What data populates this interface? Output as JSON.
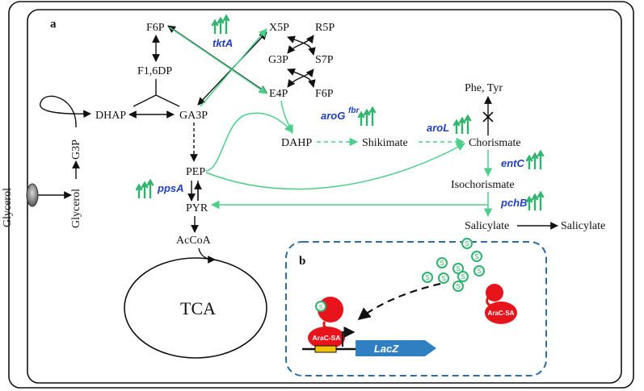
{
  "panels": {
    "a": "a",
    "b": "b"
  },
  "metabolites": {
    "f6p_top": "F6P",
    "x5p": "X5P",
    "r5p": "R5P",
    "f16dp": "F1,6DP",
    "g3p_ppp": "G3P",
    "s7p": "S7P",
    "e4p": "E4P",
    "f6p_ppp": "F6P",
    "dhap": "DHAP",
    "ga3p": "GA3P",
    "g3p_side": "G3P",
    "glycerol_in": "Glycerol",
    "glycerol_out": "Glycerol",
    "dahp": "DAHP",
    "shikimate": "Shikimate",
    "chorismate": "Chorismate",
    "phe_tyr": "Phe, Tyr",
    "isochorismate": "Isochorismate",
    "salicylate": "Salicylate",
    "salicylate_out": "Salicylate",
    "pep": "PEP",
    "pyr": "PYR",
    "accoa": "AcCoA",
    "tca": "TCA"
  },
  "genes": {
    "tktA": "tktA",
    "aroG": "aroG",
    "aroG_sup": "fbr",
    "aroL": "aroL",
    "entC": "entC",
    "pchB": "pchB",
    "ppsA": "ppsA"
  },
  "biosensor": {
    "regulator": "AraC-SA",
    "reporter": "LacZ",
    "ligand_symbol": "S"
  },
  "colors": {
    "overexpression_arrow": "#2db36b",
    "gene_label": "#1f3fbf",
    "pathway_green": "#4ccf8a",
    "regulator_red": "#e8141c",
    "reporter_blue": "#2f7fc2",
    "dashed_box": "#2e6da4",
    "promoter_yellow": "#f2c400",
    "transporter_grey": "#6b6b6b"
  }
}
